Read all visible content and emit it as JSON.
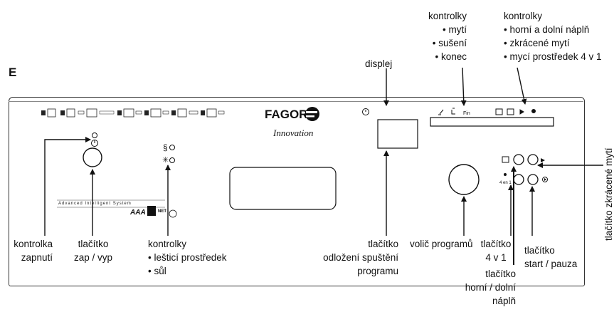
{
  "letter": "E",
  "brand": {
    "name": "FAGOR",
    "sub": "Innovation"
  },
  "panel_texts": {
    "system": "Advanced Intelligent System",
    "rating": "AAA",
    "net": "NET",
    "four_in_one": "4 en 1"
  },
  "top": {
    "display": "displej",
    "washdry": [
      "kontrolky",
      "• mytí",
      "• sušení",
      "• konec"
    ],
    "load": [
      "kontrolky",
      "• horní a dolní náplň",
      "• zkrácené mytí",
      "• mycí prostředek 4 v 1"
    ]
  },
  "bottom": {
    "power_led": [
      "kontrolka",
      "zapnutí"
    ],
    "power_btn": [
      "tlačítko",
      "zap / vyp"
    ],
    "indicators": [
      "kontrolky",
      "• lešticí prostředek",
      "• sůl"
    ],
    "delay": [
      "tlačítko",
      "odložení spuštění",
      "programu"
    ],
    "selector": "volič programů",
    "four": [
      "tlačítko",
      "4 v 1"
    ],
    "half": [
      "tlačítko",
      "horní / dolní",
      "náplň"
    ],
    "start": [
      "tlačítko",
      "start / pauza"
    ]
  },
  "side": "tlačítko  zkrácené mytí"
}
